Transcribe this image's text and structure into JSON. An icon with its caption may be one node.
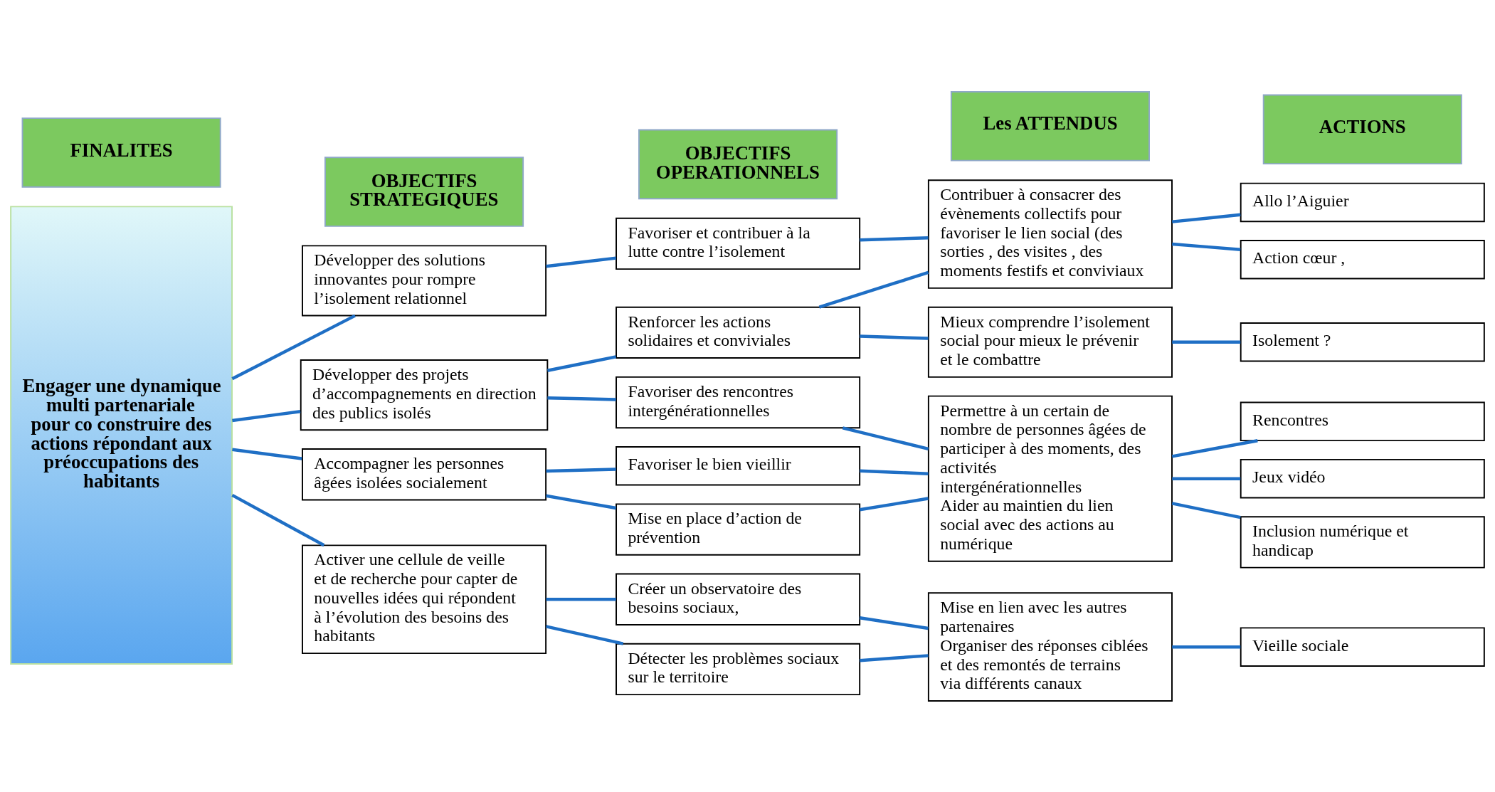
{
  "diagram": {
    "nodes": [
      {
        "text": [
          "FINALITES"
        ]
      },
      {
        "text": [
          "OBJECTIFS STRATEGIQUES"
        ]
      },
      {
        "text": [
          "OBJECTIFS OPERATIONNELS"
        ]
      },
      {
        "text": [
          "Les ATTENDUS"
        ]
      },
      {
        "text": [
          "ACTIONS"
        ]
      },
      {
        "text": [
          "Engager une dynamique multi partenariale pour co construire des actions répondant aux préoccupations des habitants"
        ]
      },
      {
        "text": [
          "Développer des solutions innovantes pour rompre l’isolement relationnel"
        ]
      },
      {
        "text": [
          "Développer des projets d’accompagnements en direction des publics isolés"
        ]
      },
      {
        "text": [
          "Accompagner les personnes âgées isolées socialement"
        ]
      },
      {
        "text": [
          "Activer une cellule de veille et de recherche pour capter de nouvelles idées qui répondent à l’évolution des besoins des habitants"
        ]
      },
      {
        "text": [
          "Favoriser et contribuer à la lutte contre l’isolement"
        ]
      },
      {
        "text": [
          "Renforcer les actions solidaires et conviviales"
        ]
      },
      {
        "text": [
          "Favoriser des rencontres intergénérationnelles"
        ]
      },
      {
        "text": [
          "Favoriser le bien vieillir"
        ]
      },
      {
        "text": [
          "Mise en place d’action de prévention"
        ]
      },
      {
        "text": [
          "Créer un observatoire des besoins sociaux,"
        ]
      },
      {
        "text": [
          "Détecter les problèmes sociaux sur le territoire"
        ]
      },
      {
        "text": [
          "Contribuer à consacrer des évènements collectifs pour favoriser le lien social (des sorties , des visites , des moments festifs et conviviaux"
        ]
      },
      {
        "text": [
          "Mieux comprendre l’isolement social pour mieux le prévenir et le combattre"
        ]
      },
      {
        "text": [
          "Permettre à un certain de nombre de personnes âgées de participer à des moments, des activités intergénérationnelles",
          "Aider au maintien du lien social avec des actions au numérique"
        ]
      },
      {
        "text": [
          "Mise en lien avec les autres partenaires",
          "Organiser des réponses ciblées et des remontés de terrains via différents canaux"
        ]
      },
      {
        "text": [
          "Allo l’Aiguier"
        ]
      },
      {
        "text": [
          "Action cœur ,"
        ]
      },
      {
        "text": [
          "Isolement ?"
        ]
      },
      {
        "text": [
          "Rencontres"
        ]
      },
      {
        "text": [
          "Jeux vidéo"
        ]
      },
      {
        "text": [
          "Inclusion numérique et handicap"
        ]
      },
      {
        "text": [
          "Vieille sociale"
        ]
      }
    ],
    "edges": [
      {
        "from": 5,
        "to": 6,
        "arrow": "none"
      },
      {
        "from": 5,
        "to": 7,
        "arrow": "none"
      },
      {
        "from": 5,
        "to": 8,
        "arrow": "none"
      },
      {
        "from": 5,
        "to": 9,
        "arrow": "none"
      },
      {
        "from": 6,
        "to": 10,
        "arrow": "none"
      },
      {
        "from": 7,
        "to": 11,
        "arrow": "none"
      },
      {
        "from": 7,
        "to": 12,
        "arrow": "none"
      },
      {
        "from": 8,
        "to": 13,
        "arrow": "none"
      },
      {
        "from": 8,
        "to": 14,
        "arrow": "none"
      },
      {
        "from": 9,
        "to": 15,
        "arrow": "none"
      },
      {
        "from": 9,
        "to": 16,
        "arrow": "none"
      },
      {
        "from": 10,
        "to": 17,
        "arrow": "none"
      },
      {
        "from": 11,
        "to": 17,
        "arrow": "none"
      },
      {
        "from": 11,
        "to": 18,
        "arrow": "none"
      },
      {
        "from": 12,
        "to": 19,
        "arrow": "none"
      },
      {
        "from": 13,
        "to": 19,
        "arrow": "none"
      },
      {
        "from": 14,
        "to": 19,
        "arrow": "none"
      },
      {
        "from": 15,
        "to": 20,
        "arrow": "none"
      },
      {
        "from": 16,
        "to": 20,
        "arrow": "none"
      },
      {
        "from": 17,
        "to": 21,
        "arrow": "none"
      },
      {
        "from": 17,
        "to": 22,
        "arrow": "none"
      },
      {
        "from": 18,
        "to": 23,
        "arrow": "none"
      },
      {
        "from": 19,
        "to": 24,
        "arrow": "none"
      },
      {
        "from": 19,
        "to": 25,
        "arrow": "none"
      },
      {
        "from": 19,
        "to": 26,
        "arrow": "none"
      },
      {
        "from": 20,
        "to": 27,
        "arrow": "none"
      }
    ]
  }
}
